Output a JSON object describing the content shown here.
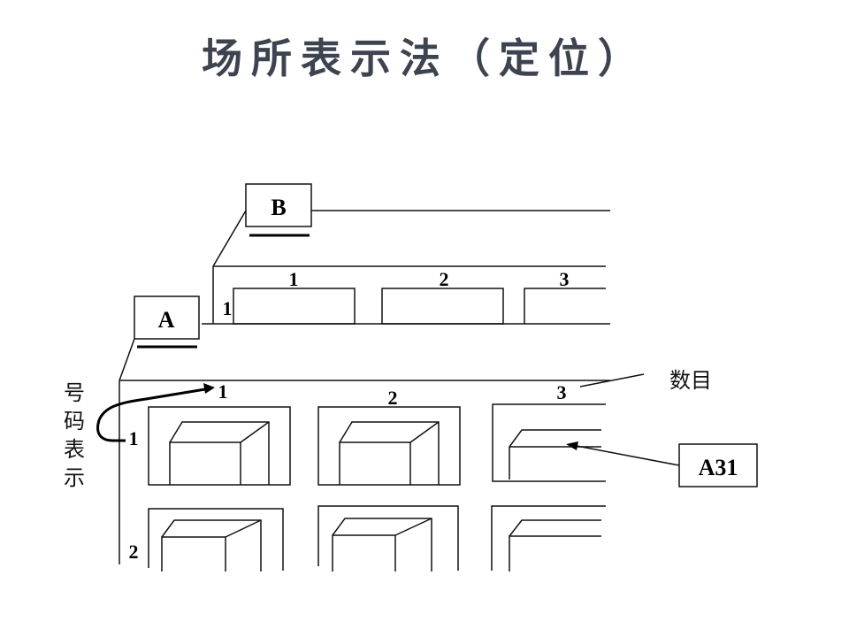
{
  "title": "场所表示法（定位）",
  "warehouses": {
    "a": "A",
    "b": "B"
  },
  "warehouse_b_shelf": {
    "row_label": "1",
    "column_labels": [
      "1",
      "2",
      "3"
    ]
  },
  "warehouse_a_shelf": {
    "row_labels": [
      "1",
      "2"
    ],
    "column_labels": [
      "1",
      "2",
      "3"
    ]
  },
  "annotations": {
    "number_notation": [
      "号",
      "码",
      "表",
      "示"
    ],
    "quantity": "数目",
    "location_code": "A31"
  }
}
